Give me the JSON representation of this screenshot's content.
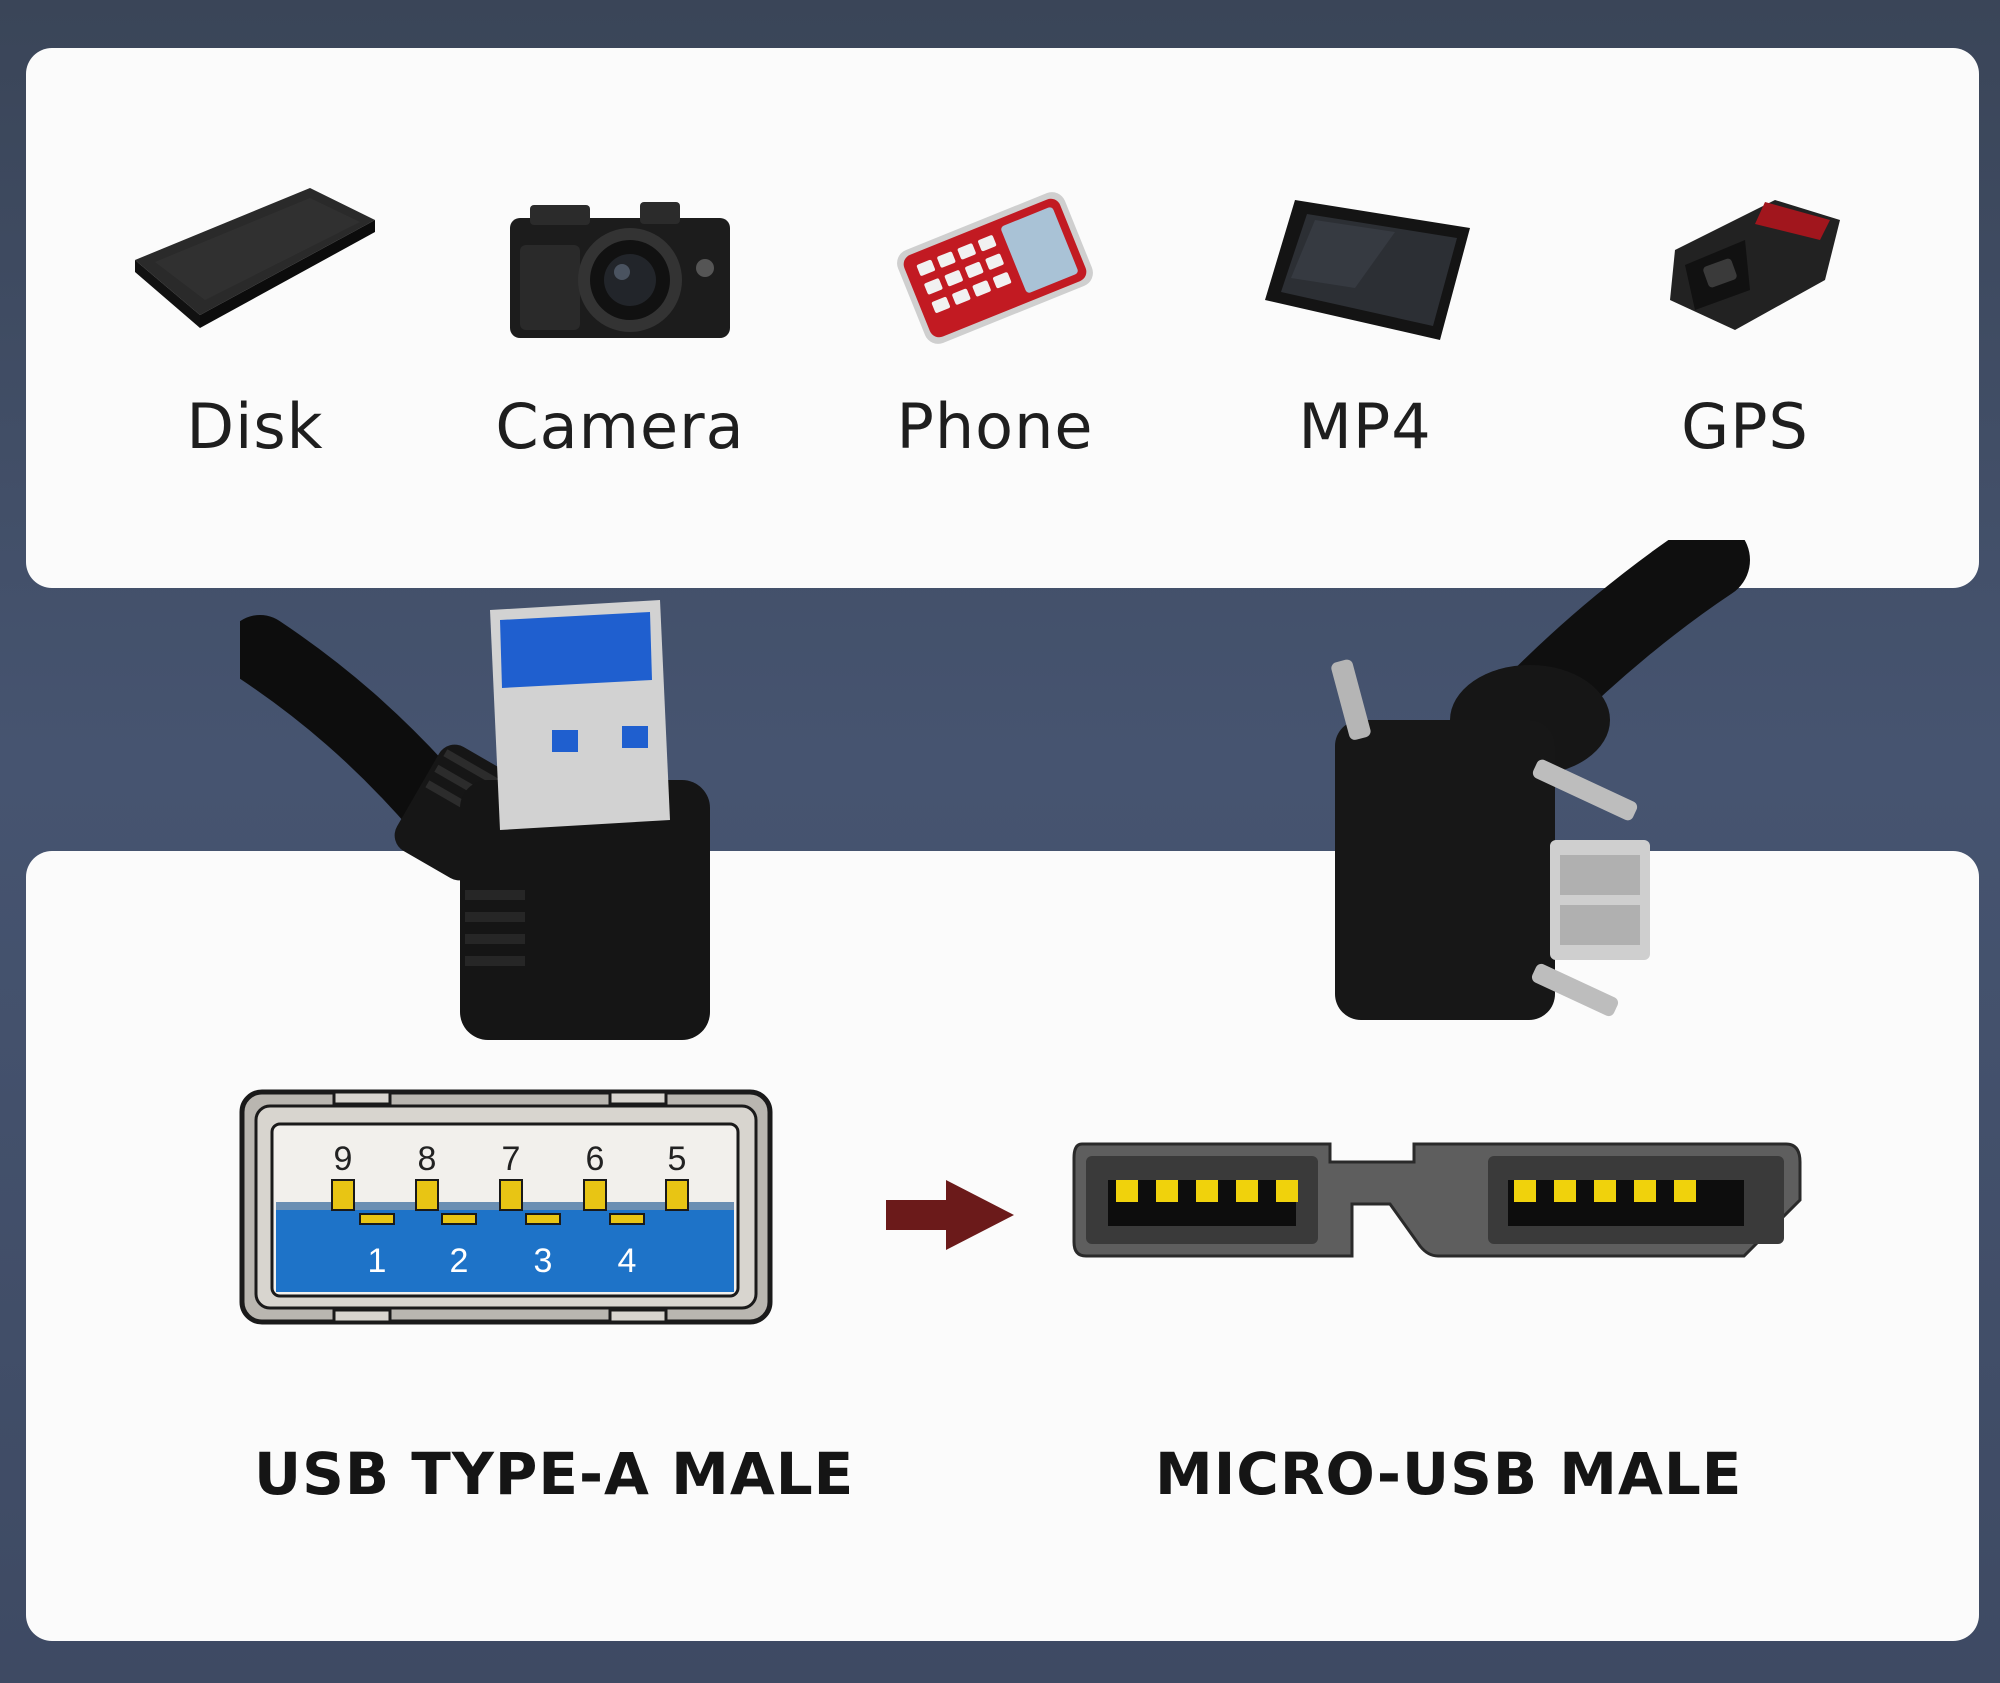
{
  "devices": [
    {
      "label": "Disk",
      "icon": "disk-icon"
    },
    {
      "label": "Camera",
      "icon": "camera-icon"
    },
    {
      "label": "Phone",
      "icon": "phone-icon"
    },
    {
      "label": "MP4",
      "icon": "mp4-player-icon"
    },
    {
      "label": "GPS",
      "icon": "gps-icon"
    }
  ],
  "connectors": {
    "left_label": "USB TYPE-A MALE",
    "right_label": "MICRO-USB MALE",
    "arrow": "arrow-right-icon"
  },
  "usb_a_pins": {
    "top_row": [
      "9",
      "8",
      "7",
      "6",
      "5"
    ],
    "bottom_row": [
      "1",
      "2",
      "3",
      "4"
    ]
  },
  "colors": {
    "usb3_blue": "#1e73c8",
    "pin_gold": "#e8c514",
    "arrow": "#6b1a1a",
    "background": "#424f68"
  }
}
